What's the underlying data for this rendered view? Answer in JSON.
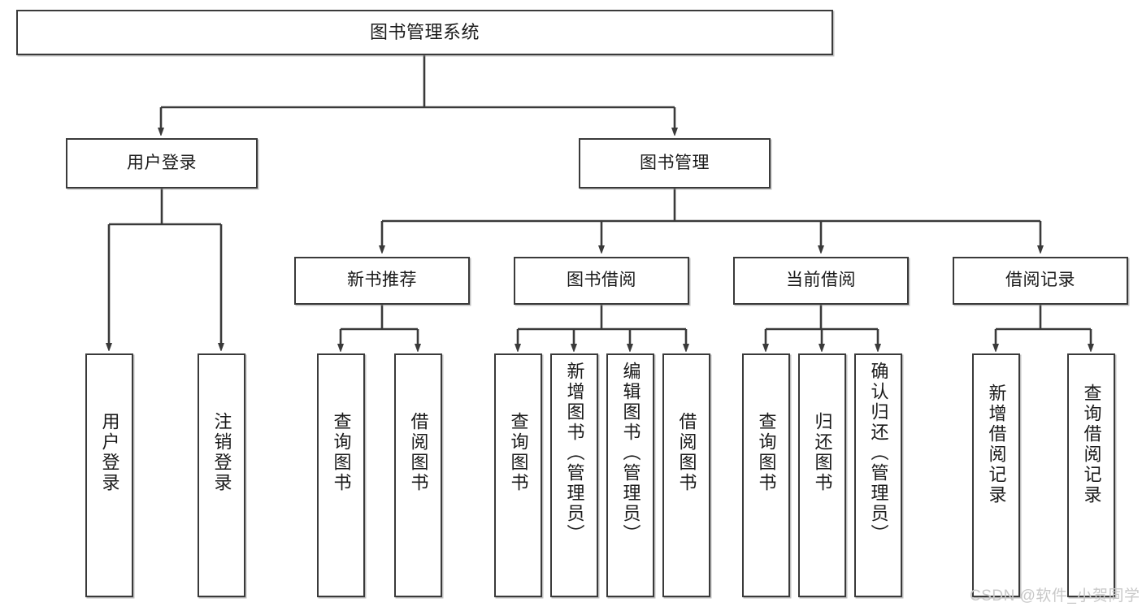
{
  "diagram": {
    "title": "图书管理系统",
    "watermark": "CSDN @软件_小贺同学",
    "colors": {
      "background": "#ffffff",
      "box_border": "#3a3a3a",
      "text": "#1a1a1a",
      "connector": "#3a3a3a",
      "watermark": "#c8c8c8"
    },
    "levels": {
      "root": "图书管理系统",
      "level2": [
        "用户登录",
        "图书管理"
      ],
      "level3": [
        "新书推荐",
        "图书借阅",
        "当前借阅",
        "借阅记录"
      ]
    },
    "nodes": {
      "root": {
        "label": "图书管理系统"
      },
      "user_login": {
        "label": "用户登录"
      },
      "book_manage": {
        "label": "图书管理"
      },
      "new_book_rec": {
        "label": "新书推荐"
      },
      "book_borrow": {
        "label": "图书借阅"
      },
      "current_borrow": {
        "label": "当前借阅"
      },
      "borrow_record": {
        "label": "借阅记录"
      },
      "leaf_user_login": {
        "label": "用户登录"
      },
      "leaf_logout": {
        "label": "注销登录"
      },
      "leaf_query_book_1": {
        "label": "查询图书"
      },
      "leaf_borrow_book_1": {
        "label": "借阅图书"
      },
      "leaf_query_book_2": {
        "label": "查询图书"
      },
      "leaf_add_book": {
        "label": "新增图书（管理员）"
      },
      "leaf_edit_book": {
        "label": "编辑图书（管理员）"
      },
      "leaf_borrow_book_2": {
        "label": "借阅图书"
      },
      "leaf_query_book_3": {
        "label": "查询图书"
      },
      "leaf_return_book": {
        "label": "归还图书"
      },
      "leaf_confirm_return": {
        "label": "确认归还（管理员）"
      },
      "leaf_add_record": {
        "label": "新增借阅记录"
      },
      "leaf_query_record": {
        "label": "查询借阅记录"
      }
    }
  }
}
